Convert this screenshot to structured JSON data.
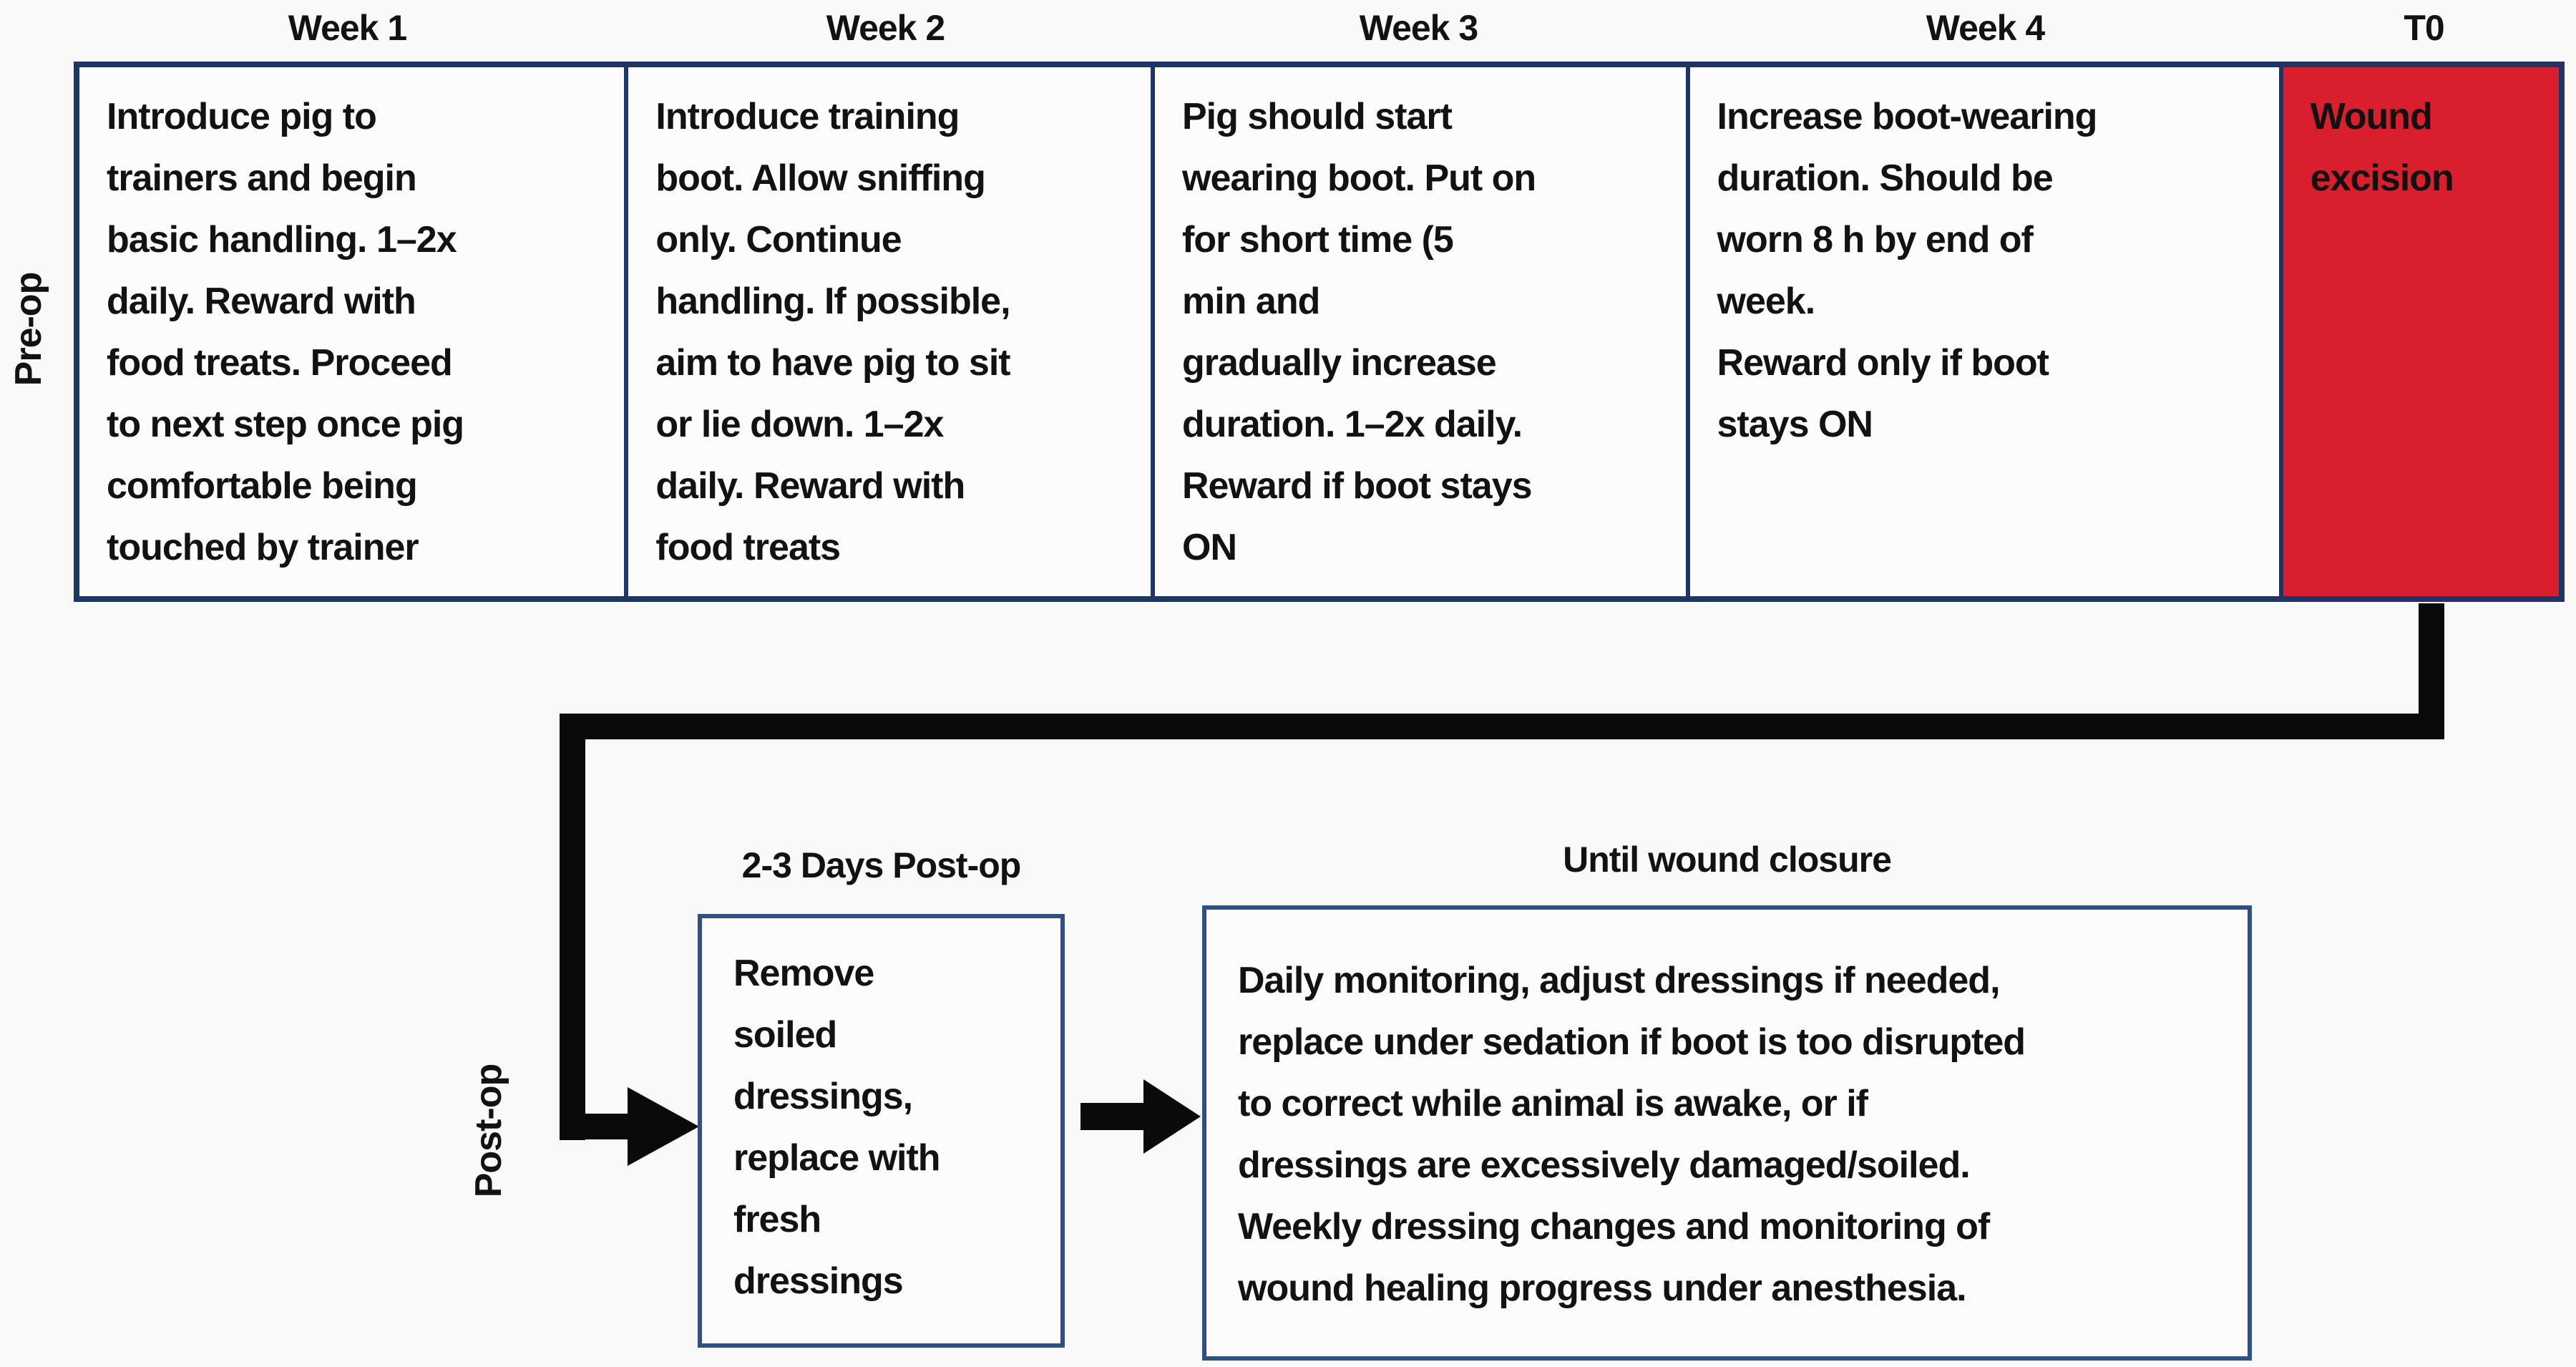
{
  "colors": {
    "table_border": "#1f3564",
    "postop_box_border": "#2d5185",
    "highlight_red": "#d91f2e",
    "arrow_black": "#0a0a0a",
    "text": "#121212"
  },
  "preop": {
    "label": "Pre-op",
    "columns": [
      {
        "header": "Week 1",
        "text": "Introduce pig to\ntrainers and begin\nbasic handling. 1–2x\ndaily. Reward with\nfood treats. Proceed\nto next step once pig\ncomfortable being\ntouched by trainer"
      },
      {
        "header": "Week 2",
        "text": "Introduce training\nboot. Allow sniffing\nonly. Continue\nhandling. If possible,\naim to have pig to sit\nor lie down. 1–2x\ndaily. Reward with\nfood treats"
      },
      {
        "header": "Week 3",
        "text": "Pig should start\nwearing boot. Put on\nfor short time (5\nmin and\ngradually increase\nduration. 1–2x daily.\nReward if boot stays\nON"
      },
      {
        "header": "Week 4",
        "text": "Increase boot-wearing\nduration. Should be\nworn 8 h by end of\nweek.\nReward only if boot\nstays ON"
      },
      {
        "header": "T0",
        "text": "Wound\nexcision"
      }
    ]
  },
  "postop": {
    "label": "Post-op",
    "boxes": [
      {
        "header": "2-3 Days Post-op",
        "text": "Remove\nsoiled\ndressings,\nreplace with\nfresh\ndressings"
      },
      {
        "header": "Until wound closure",
        "text": "Daily monitoring, adjust dressings if needed,\nreplace under sedation if boot is too disrupted\nto correct while animal is awake, or if\ndressings are excessively damaged/soiled.\nWeekly dressing changes and monitoring of\nwound healing progress under anesthesia."
      }
    ]
  }
}
